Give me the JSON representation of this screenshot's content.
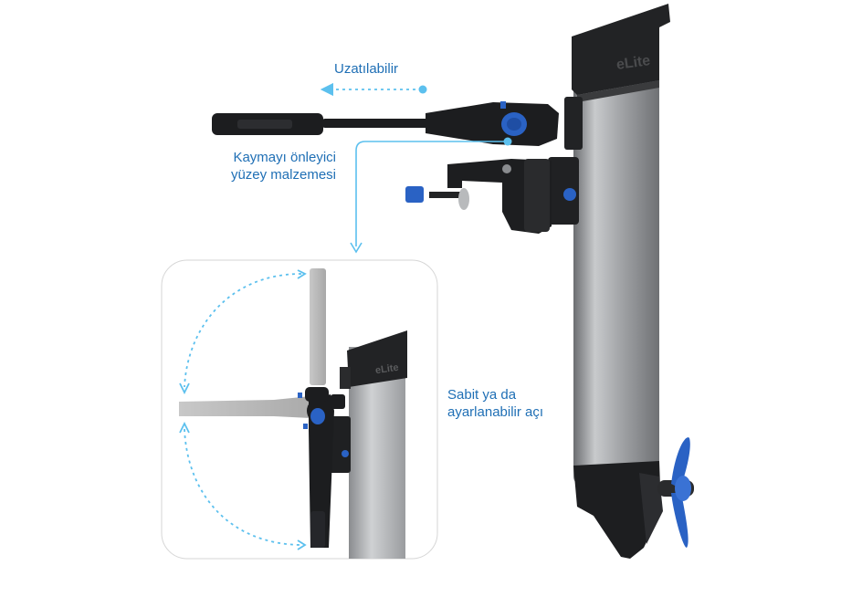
{
  "callouts": {
    "extendable": "Uzatılabilir",
    "grip_line1": "Kaymayı önleyici",
    "grip_line2": "yüzey malzemesi",
    "angle_line1": "Sabit ya da",
    "angle_line2": "ayarlanabilir açı"
  },
  "brand": {
    "logo_text": "eLite"
  },
  "colors": {
    "callout_text": "#1f6fb5",
    "dotted_arrow": "#5cc0ee",
    "motor_body": "#a7a9ab",
    "motor_dark": "#222325",
    "accent_blue": "#2a62c4"
  }
}
